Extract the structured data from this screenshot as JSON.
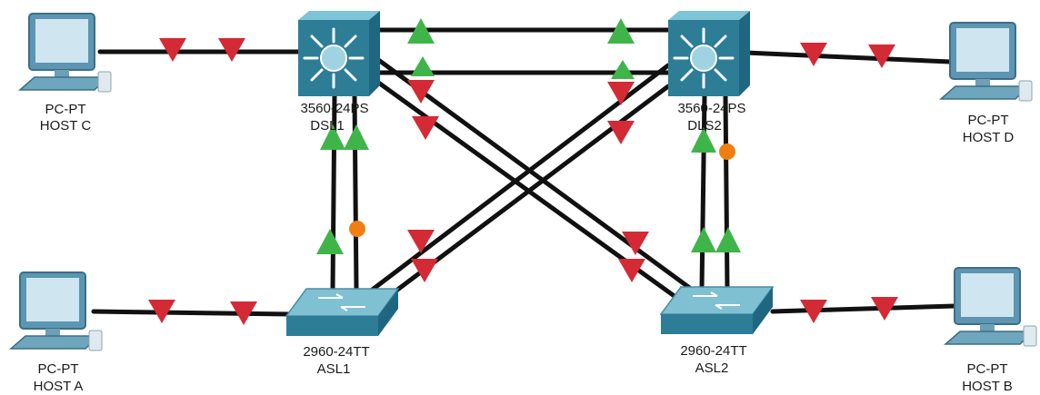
{
  "devices": {
    "host_c": {
      "type": "PC-PT",
      "name": "HOST C"
    },
    "host_d": {
      "type": "PC-PT",
      "name": "HOST D"
    },
    "host_a": {
      "type": "PC-PT",
      "name": "HOST A"
    },
    "host_b": {
      "type": "PC-PT",
      "name": "HOST B"
    },
    "dsl1": {
      "model": "3560-24PS",
      "name": "DSL1"
    },
    "dls2": {
      "model": "3560-24PS",
      "name": "DLS2"
    },
    "asl1": {
      "model": "2960-24TT",
      "name": "ASL1"
    },
    "asl2": {
      "model": "2960-24TT",
      "name": "ASL2"
    }
  },
  "colors": {
    "link": "#111111",
    "port_down": "#d42a35",
    "port_up": "#3fb549",
    "port_blocking": "#f07f13",
    "device_body": "#2e7d97",
    "device_light": "#5fb5cc",
    "pc_screen": "#cfe6f0"
  },
  "icons": {
    "pc": "pc-workstation-icon",
    "multilayer_switch": "multilayer-switch-icon",
    "switch": "workgroup-switch-icon"
  }
}
